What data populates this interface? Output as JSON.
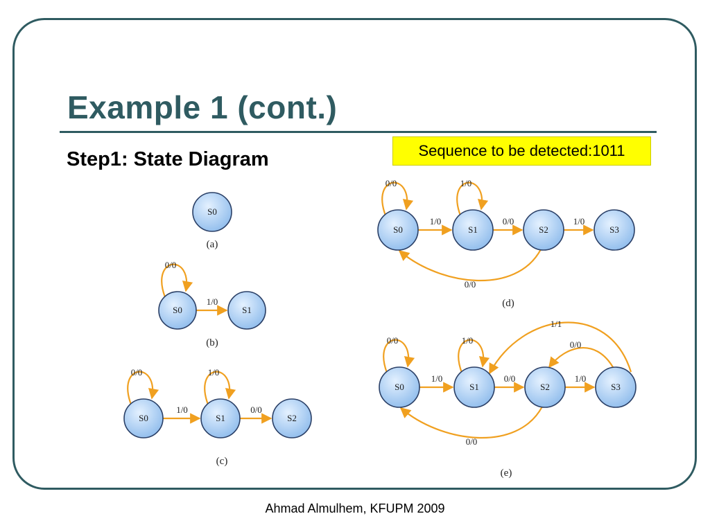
{
  "slide": {
    "title": "Example 1 (cont.)",
    "subtitle": "Step1: State Diagram",
    "sequence_note": "Sequence to be detected:1011",
    "footer": "Ahmad Almulhem, KFUPM 2009"
  },
  "colors": {
    "frame": "#2f5b61",
    "title": "#2f5b61",
    "highlight": "#ffff00",
    "state_fill": "#a9cdf2",
    "state_stroke": "#2a3f66",
    "arrow": "#f0a020"
  },
  "diagrams": [
    {
      "id": "a",
      "caption": "(a)",
      "states": [
        {
          "id": "S0",
          "label": "S0"
        }
      ],
      "transitions": []
    },
    {
      "id": "b",
      "caption": "(b)",
      "states": [
        {
          "id": "S0",
          "label": "S0"
        },
        {
          "id": "S1",
          "label": "S1"
        }
      ],
      "transitions": [
        {
          "from": "S0",
          "to": "S0",
          "label": "0/0"
        },
        {
          "from": "S0",
          "to": "S1",
          "label": "1/0"
        }
      ]
    },
    {
      "id": "c",
      "caption": "(c)",
      "states": [
        {
          "id": "S0",
          "label": "S0"
        },
        {
          "id": "S1",
          "label": "S1"
        },
        {
          "id": "S2",
          "label": "S2"
        }
      ],
      "transitions": [
        {
          "from": "S0",
          "to": "S0",
          "label": "0/0"
        },
        {
          "from": "S0",
          "to": "S1",
          "label": "1/0"
        },
        {
          "from": "S1",
          "to": "S1",
          "label": "1/0"
        },
        {
          "from": "S1",
          "to": "S2",
          "label": "0/0"
        }
      ]
    },
    {
      "id": "d",
      "caption": "(d)",
      "states": [
        {
          "id": "S0",
          "label": "S0"
        },
        {
          "id": "S1",
          "label": "S1"
        },
        {
          "id": "S2",
          "label": "S2"
        },
        {
          "id": "S3",
          "label": "S3"
        }
      ],
      "transitions": [
        {
          "from": "S0",
          "to": "S0",
          "label": "0/0"
        },
        {
          "from": "S0",
          "to": "S1",
          "label": "1/0"
        },
        {
          "from": "S1",
          "to": "S1",
          "label": "1/0"
        },
        {
          "from": "S1",
          "to": "S2",
          "label": "0/0"
        },
        {
          "from": "S2",
          "to": "S3",
          "label": "1/0"
        },
        {
          "from": "S2",
          "to": "S0",
          "label": "0/0"
        }
      ]
    },
    {
      "id": "e",
      "caption": "(e)",
      "states": [
        {
          "id": "S0",
          "label": "S0"
        },
        {
          "id": "S1",
          "label": "S1"
        },
        {
          "id": "S2",
          "label": "S2"
        },
        {
          "id": "S3",
          "label": "S3"
        }
      ],
      "transitions": [
        {
          "from": "S0",
          "to": "S0",
          "label": "0/0"
        },
        {
          "from": "S0",
          "to": "S1",
          "label": "1/0"
        },
        {
          "from": "S1",
          "to": "S1",
          "label": "1/0"
        },
        {
          "from": "S1",
          "to": "S2",
          "label": "0/0"
        },
        {
          "from": "S2",
          "to": "S3",
          "label": "1/0"
        },
        {
          "from": "S2",
          "to": "S0",
          "label": "0/0"
        },
        {
          "from": "S3",
          "to": "S1",
          "label": "1/1"
        },
        {
          "from": "S3",
          "to": "S2",
          "label": "0/0"
        }
      ]
    }
  ]
}
